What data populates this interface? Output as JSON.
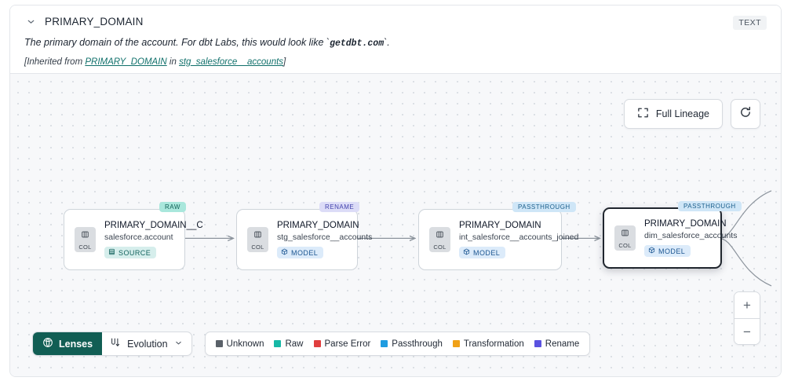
{
  "header": {
    "collapse_icon": "chevron-down-icon",
    "title": "PRIMARY_DOMAIN",
    "type_badge": "TEXT",
    "description_prefix": "The primary domain of the account. For dbt Labs, this would look like `",
    "description_code": "getdbt.com",
    "description_suffix": "`.",
    "inherited_prefix": "[Inherited from ",
    "inherited_link": "PRIMARY_DOMAIN",
    "inherited_mid": " in ",
    "inherited_source": "stg_salesforce__accounts",
    "inherited_suffix": "]"
  },
  "toolbar": {
    "full_lineage_label": "Full Lineage",
    "full_lineage_icon": "expand-icon",
    "refresh_icon": "refresh-icon"
  },
  "zoom_controls": {
    "zoom_in_label": "+",
    "zoom_out_label": "−"
  },
  "graph": {
    "nodes": [
      {
        "tag": "RAW",
        "tag_kind": "raw",
        "chip_label": "COL",
        "column": "PRIMARY_DOMAIN__C",
        "table": "salesforce.account",
        "pill_label": "SOURCE",
        "pill_kind": "source",
        "pill_icon": "database-icon",
        "selected": false
      },
      {
        "tag": "RENAME",
        "tag_kind": "rename",
        "chip_label": "COL",
        "column": "PRIMARY_DOMAIN",
        "table": "stg_salesforce__accounts",
        "pill_label": "MODEL",
        "pill_kind": "model",
        "pill_icon": "cube-icon",
        "selected": false
      },
      {
        "tag": "PASSTHROUGH",
        "tag_kind": "passthrough",
        "chip_label": "COL",
        "column": "PRIMARY_DOMAIN",
        "table": "int_salesforce__accounts_joined",
        "pill_label": "MODEL",
        "pill_kind": "model",
        "pill_icon": "cube-icon",
        "selected": false
      },
      {
        "tag": "PASSTHROUGH",
        "tag_kind": "passthrough",
        "chip_label": "COL",
        "column": "PRIMARY_DOMAIN",
        "table": "dim_salesforce_accounts",
        "pill_label": "MODEL",
        "pill_kind": "model",
        "pill_icon": "cube-icon",
        "selected": true
      }
    ]
  },
  "bottom_bar": {
    "lenses_label": "Lenses",
    "lenses_icon": "lens-aperture-icon",
    "evolution_label": "Evolution",
    "evolution_icon": "evolution-flow-icon",
    "evolution_caret": "chevron-down-icon",
    "legend": [
      {
        "label": "Unknown",
        "color": "#5a6169"
      },
      {
        "label": "Raw",
        "color": "#17b8a6"
      },
      {
        "label": "Parse Error",
        "color": "#e03e3e"
      },
      {
        "label": "Passthrough",
        "color": "#1f9ce0"
      },
      {
        "label": "Transformation",
        "color": "#f0a117"
      },
      {
        "label": "Rename",
        "color": "#5a52e0"
      }
    ]
  }
}
